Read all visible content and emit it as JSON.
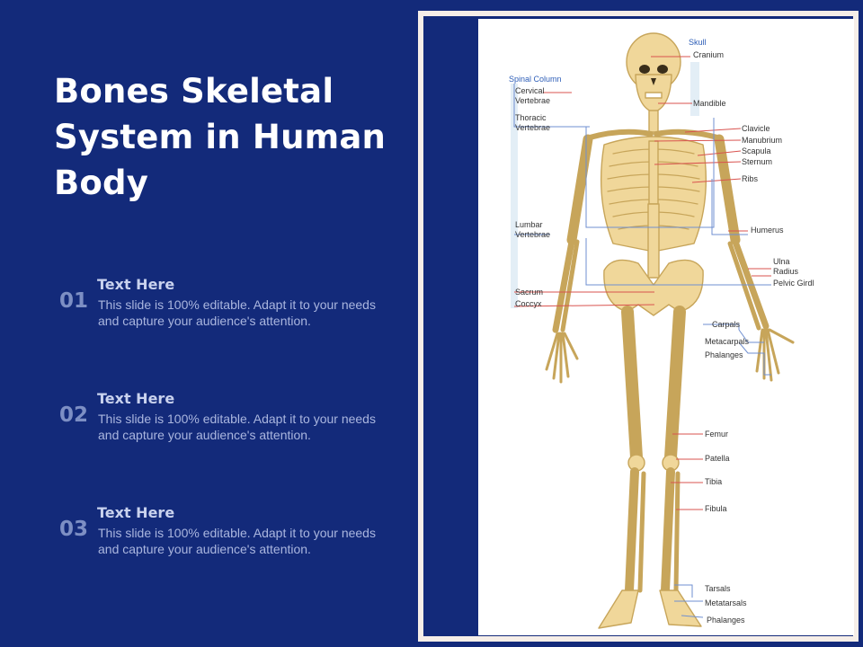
{
  "slide": {
    "title": "Bones Skeletal System in Human Body",
    "items": [
      {
        "num": "01",
        "heading": "Text Here",
        "body": "This slide is 100% editable. Adapt it to your needs and capture your audience's attention."
      },
      {
        "num": "02",
        "heading": "Text Here",
        "body": "This slide is 100% editable. Adapt it to your needs and capture your audience's attention."
      },
      {
        "num": "03",
        "heading": "Text Here",
        "body": "This slide is 100% editable. Adapt it to your needs and capture your audience's attention."
      }
    ]
  },
  "diagram": {
    "left_labels": {
      "spinal_column": "Spinal Column",
      "cervical": "Cervical",
      "cervical_vertebrae": "Vertebrae",
      "thoracic": "Thoracic",
      "thoracic_vertebrae": "Vertebrae",
      "lumbar": "Lumbar",
      "lumbar_vertebrae": "Vertebrae",
      "sacrum": "Sacrum",
      "coccyx": "Coccyx"
    },
    "right_labels": {
      "skull": "Skull",
      "cranium": "Cranium",
      "mandible": "Mandible",
      "clavicle": "Clavicle",
      "manubrium": "Manubrium",
      "scapula": "Scapula",
      "sternum": "Sternum",
      "ribs": "Ribs",
      "humerus": "Humerus",
      "ulna": "Ulna",
      "radius": "Radius",
      "pelvic_girdl": "Pelvic Girdl",
      "carpals": "Carpals",
      "metacarpals": "Metacarpals",
      "hand_phalanges": "Phalanges",
      "femur": "Femur",
      "patella": "Patella",
      "tibia": "Tibia",
      "fibula": "Fibula",
      "tarsals": "Tarsals",
      "metatarsals": "Metatarsals",
      "foot_phalanges": "Phalanges"
    },
    "colors": {
      "bone": "#f0d79a",
      "bone_outline": "#c7a55a",
      "leader_line": "#d9534f",
      "bracket_line": "#6f8fd0",
      "label_blue": "#2f5fb8"
    }
  }
}
